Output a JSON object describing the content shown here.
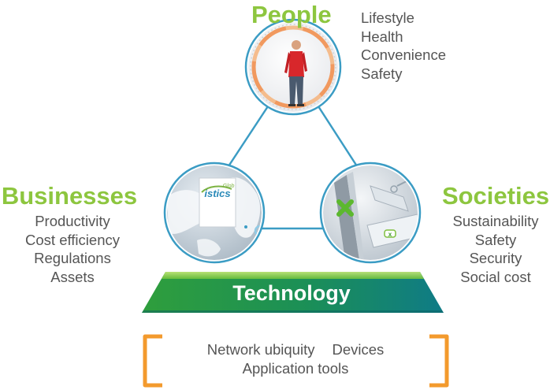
{
  "colors": {
    "accent_green": "#8dc63f",
    "connector_blue": "#3b9cc4",
    "bracket_orange": "#f39a2d",
    "text_gray": "#555555",
    "tech_bar_start": "#2f9e3c",
    "tech_bar_end": "#0f7b86"
  },
  "people": {
    "heading": "People",
    "items": [
      "Lifestyle",
      "Health",
      "Convenience",
      "Safety"
    ]
  },
  "businesses": {
    "heading": "Businesses",
    "items": [
      "Productivity",
      "Cost efficiency",
      "Regulations",
      "Assets"
    ]
  },
  "societies": {
    "heading": "Societies",
    "items": [
      "Sustainability",
      "Safety",
      "Security",
      "Social cost"
    ]
  },
  "technology": {
    "label": "Technology",
    "enablers": {
      "network": "Network ubiquity",
      "devices": "Devices",
      "tools": "Application tools"
    }
  },
  "images": {
    "people": "person-standing-in-ring-photo",
    "businesses": "world-map-globe-photo",
    "societies": "connected-device-photo"
  }
}
